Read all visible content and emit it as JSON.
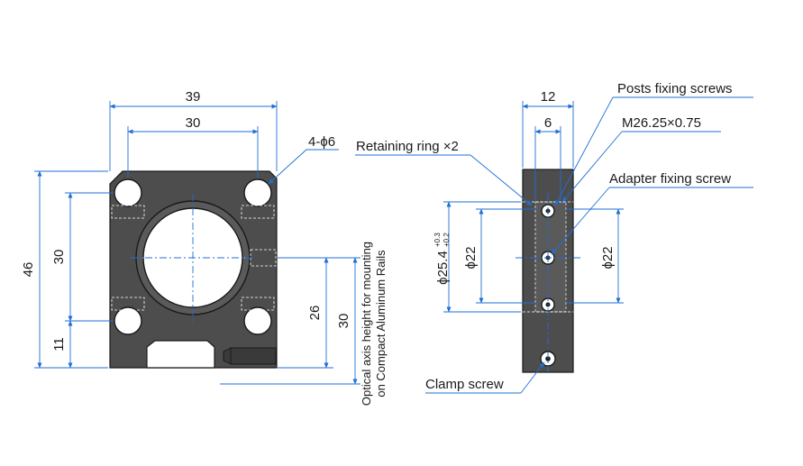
{
  "front_view": {
    "width_overall": "39",
    "width_holes": "30",
    "holes_callout": "4-ϕ6",
    "height_overall": "46",
    "height_holes": "30",
    "height_bottom": "11",
    "axis_height_26": "26",
    "axis_height_30": "30",
    "optical_axis_note_line1": "Optical axis height for mounting",
    "optical_axis_note_line2": "on Compact Aluminum Rails"
  },
  "side_view": {
    "width_overall": "12",
    "width_inner": "6",
    "bore_diameter": "ϕ25.4",
    "bore_tol_upper": "+0.3",
    "bore_tol_lower": "+0.2",
    "inner_diameter_left": "ϕ22",
    "inner_diameter_right": "ϕ22"
  },
  "callouts": {
    "posts_fixing_screws": "Posts fixing screws",
    "thread": "M26.25×0.75",
    "retaining_ring": "Retaining ring ×2",
    "adapter_fixing_screw": "Adapter fixing screw",
    "clamp_screw": "Clamp screw"
  }
}
